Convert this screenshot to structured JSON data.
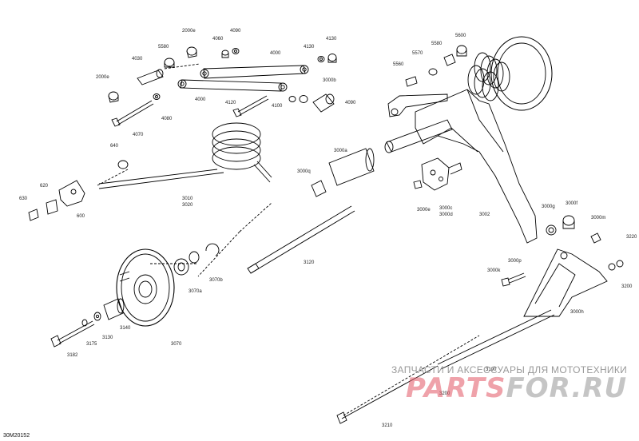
{
  "diagram": {
    "figure_id": "30M20152",
    "labels": [
      {
        "id": "2000e-a",
        "text": "2000e"
      },
      {
        "id": "4060-a",
        "text": "4060"
      },
      {
        "id": "4090-a",
        "text": "4090"
      },
      {
        "id": "5580-a",
        "text": "5580"
      },
      {
        "id": "4030",
        "text": "4030"
      },
      {
        "id": "4000-a",
        "text": "4000"
      },
      {
        "id": "2000e-b",
        "text": "2000e"
      },
      {
        "id": "4000-b",
        "text": "4000"
      },
      {
        "id": "4120",
        "text": "4120"
      },
      {
        "id": "4070",
        "text": "4070"
      },
      {
        "id": "4080",
        "text": "4080"
      },
      {
        "id": "4130-a",
        "text": "4130"
      },
      {
        "id": "4130-b",
        "text": "4130"
      },
      {
        "id": "3000b",
        "text": "3000b"
      },
      {
        "id": "4100",
        "text": "4100"
      },
      {
        "id": "4090-b",
        "text": "4090"
      },
      {
        "id": "5600",
        "text": "5600"
      },
      {
        "id": "5580-b",
        "text": "5580"
      },
      {
        "id": "5570",
        "text": "5570"
      },
      {
        "id": "5560",
        "text": "5560"
      },
      {
        "id": "640",
        "text": "640"
      },
      {
        "id": "3000a",
        "text": "3000a"
      },
      {
        "id": "3000q",
        "text": "3000q"
      },
      {
        "id": "620",
        "text": "620"
      },
      {
        "id": "630",
        "text": "630"
      },
      {
        "id": "600",
        "text": "600"
      },
      {
        "id": "3010",
        "text": "3010"
      },
      {
        "id": "3020",
        "text": "3020"
      },
      {
        "id": "3000e",
        "text": "3000e"
      },
      {
        "id": "3000c",
        "text": "3000c"
      },
      {
        "id": "3000d",
        "text": "3000d"
      },
      {
        "id": "3002",
        "text": "3002"
      },
      {
        "id": "3000g",
        "text": "3000g"
      },
      {
        "id": "3000f",
        "text": "3000f"
      },
      {
        "id": "3000m",
        "text": "3000m"
      },
      {
        "id": "3220",
        "text": "3220"
      },
      {
        "id": "3120",
        "text": "3120"
      },
      {
        "id": "3070b",
        "text": "3070b"
      },
      {
        "id": "3070a",
        "text": "3070a"
      },
      {
        "id": "3000p",
        "text": "3000p"
      },
      {
        "id": "3000k",
        "text": "3000k"
      },
      {
        "id": "3200-a",
        "text": "3200"
      },
      {
        "id": "3000h",
        "text": "3000h"
      },
      {
        "id": "3140",
        "text": "3140"
      },
      {
        "id": "3130",
        "text": "3130"
      },
      {
        "id": "3175",
        "text": "3175"
      },
      {
        "id": "3182",
        "text": "3182"
      },
      {
        "id": "3070",
        "text": "3070"
      },
      {
        "id": "3190",
        "text": "3190"
      },
      {
        "id": "3200-b",
        "text": "3200"
      },
      {
        "id": "3210",
        "text": "3210"
      }
    ]
  },
  "watermark": {
    "tagline": "ЗАПЧАСТИ И АКСЕССУАРЫ ДЛЯ МОТОТЕХНИКИ",
    "brand_a": "PARTS",
    "brand_b": "FOR.RU"
  }
}
